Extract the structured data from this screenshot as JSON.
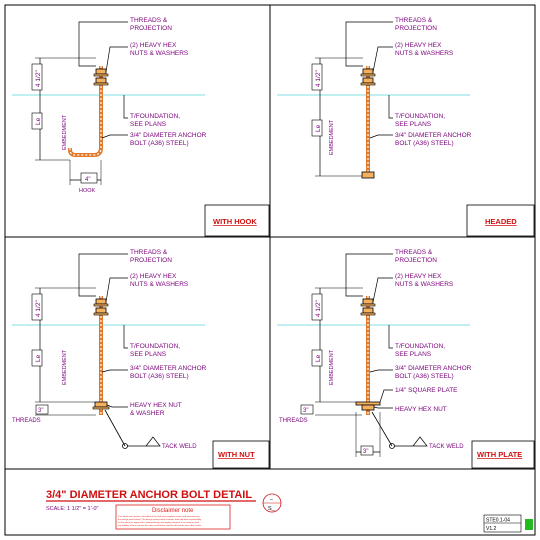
{
  "panels": [
    {
      "title": "WITH HOOK",
      "threads": [
        "THREADS &",
        "PROJECTION"
      ],
      "nuts": [
        "(2) HEAVY HEX",
        "NUTS & WASHERS"
      ],
      "foundation": [
        "T/FOUNDATION,",
        "SEE PLANS"
      ],
      "bolt": [
        "3/4\" DIAMETER ANCHOR",
        "BOLT (A36) STEEL)"
      ],
      "projection_dim": "4 1/2\"",
      "embed_dim": "Le",
      "embedment": "EMBEDMENT",
      "hook_dim": "4\"",
      "hook_label": "HOOK"
    },
    {
      "title": "HEADED",
      "threads": [
        "THREADS &",
        "PROJECTION"
      ],
      "nuts": [
        "(2) HEAVY HEX",
        "NUTS & WASHERS"
      ],
      "foundation": [
        "T/FOUNDATION,",
        "SEE PLANS"
      ],
      "bolt": [
        "3/4\" DIAMETER ANCHOR",
        "BOLT (A36) STEEL)"
      ],
      "projection_dim": "4 1/2\"",
      "embed_dim": "Le",
      "embedment": "EMBEDMENT"
    },
    {
      "title": "WITH NUT",
      "threads": [
        "THREADS &",
        "PROJECTION"
      ],
      "nuts": [
        "(2) HEAVY HEX",
        "NUTS & WASHERS"
      ],
      "foundation": [
        "T/FOUNDATION,",
        "SEE PLANS"
      ],
      "bolt": [
        "3/4\" DIAMETER ANCHOR",
        "BOLT (A36) STEEL)"
      ],
      "projection_dim": "4 1/2\"",
      "embed_dim": "Le",
      "embedment": "EMBEDMENT",
      "bottom_nut": [
        "HEAVY HEX NUT",
        "& WASHER"
      ],
      "threads_dim": "3\"",
      "threads_label": "THREADS",
      "tack_weld": "TACK WELD"
    },
    {
      "title": "WITH PLATE",
      "threads": [
        "THREADS &",
        "PROJECTION"
      ],
      "nuts": [
        "(2) HEAVY HEX",
        "NUTS & WASHERS"
      ],
      "foundation": [
        "T/FOUNDATION,",
        "SEE PLANS"
      ],
      "bolt": [
        "3/4\" DIAMETER ANCHOR",
        "BOLT (A36) STEEL)"
      ],
      "projection_dim": "4 1/2\"",
      "embed_dim": "Le",
      "embedment": "EMBEDMENT",
      "plate": "1/4\" SQUARE PLATE",
      "bottom_nut": [
        "HEAVY HEX NUT"
      ],
      "threads_dim": "3\"",
      "threads_label": "THREADS",
      "plate_dim": "3\"",
      "tack_weld": "TACK WELD"
    }
  ],
  "title_block": {
    "title": "3/4\" DIAMETER ANCHOR BOLT DETAIL",
    "scale": "SCALE: 1 1/2\" = 1'-0\"",
    "disclaimer_title": "Disclaimer note",
    "disclaimer_lines": [
      "This detail must not be used without the final and complete review and evaluation by",
      "the design professional. The design professional assumes total and final responsibility",
      "for this detail as approved in independently and legally stamped. In no manner shall",
      "any liability. Please remove the notes cited below and this disclaimer note after review."
    ],
    "symbol_top": "–",
    "symbol_bottom": "S_",
    "sheet_number": "STE0.1-04",
    "version": "V1.2"
  },
  "colors": {
    "line": "#000000",
    "callout": "#7a007a",
    "foundation_line": "#7fdfe0",
    "bolt": "#e07a2a",
    "title_red": "#d01010",
    "disclaimer_red": "#e02020",
    "status_green": "#22bb22"
  }
}
